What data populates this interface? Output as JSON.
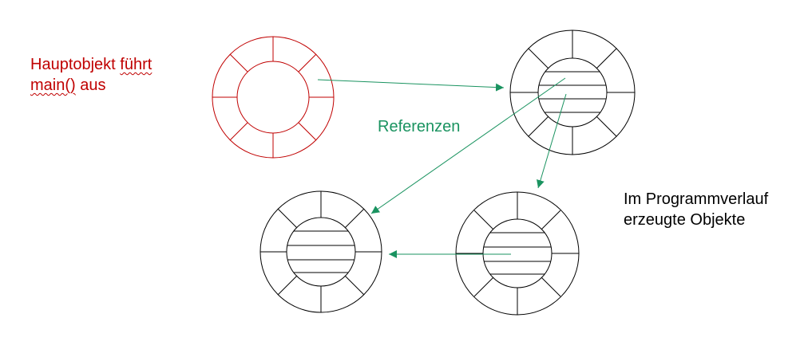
{
  "labels": {
    "main_object_line1": "Hauptobjekt führt",
    "main_object_line2": "main() aus",
    "references": "Referenzen",
    "created_objects_line1": "Im Programmverlauf",
    "created_objects_line2": "erzeugte Objekte"
  },
  "colors": {
    "main_object": "#c00000",
    "objects": "#000000",
    "references": "#1a9360",
    "text": "#000000"
  },
  "icons": {
    "main_object": "object-ring-icon",
    "created_object": "object-ring-icon"
  }
}
